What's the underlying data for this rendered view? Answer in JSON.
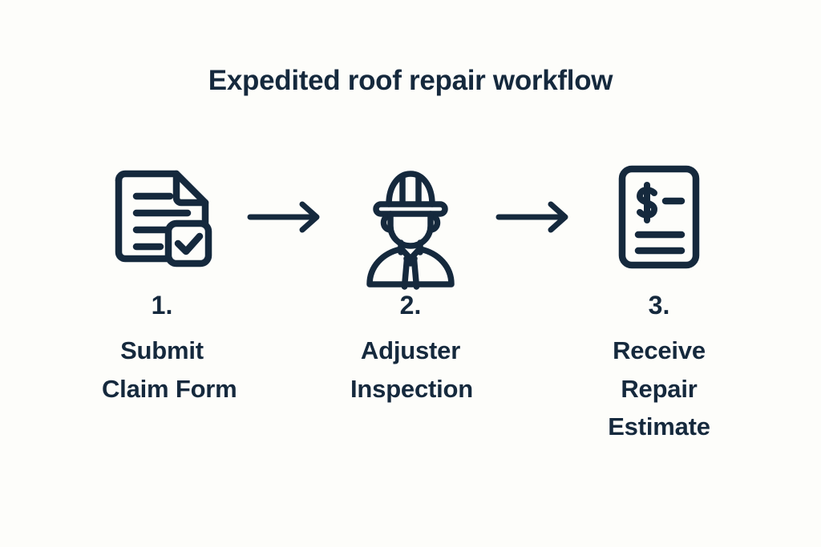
{
  "page": {
    "title": "Expedited roof repair workflow",
    "background_color": "#fdfdfa",
    "ink_color": "#15293d"
  },
  "flow": {
    "steps": [
      {
        "number": "1.",
        "icon": "document-check-icon",
        "label_lines": [
          "Submit",
          "Claim Form"
        ],
        "label_full": "Submit Claim Form"
      },
      {
        "number": "2.",
        "icon": "inspector-hardhat-icon",
        "label_lines": [
          "Adjuster",
          "Inspection"
        ],
        "label_full": "Adjuster Inspection"
      },
      {
        "number": "3.",
        "icon": "dollar-invoice-icon",
        "label_lines": [
          "Receive",
          "Repair",
          "Estimate"
        ],
        "label_full": "Receive Repair Estimate"
      }
    ],
    "connectors": [
      {
        "icon": "arrow-right-icon",
        "direction": "right"
      },
      {
        "icon": "arrow-right-icon",
        "direction": "right"
      }
    ]
  }
}
